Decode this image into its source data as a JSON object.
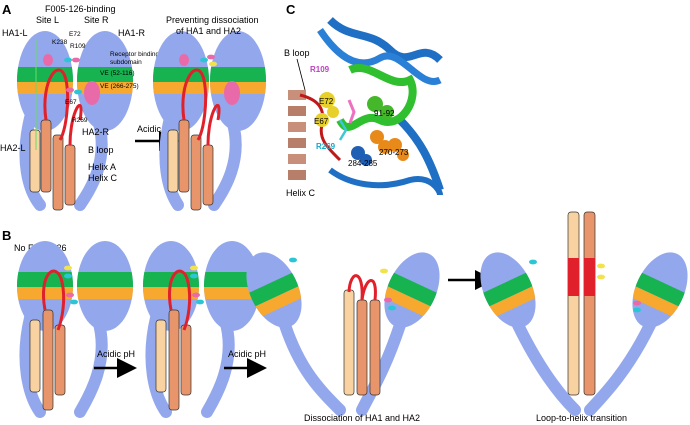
{
  "panels": {
    "a": "A",
    "b": "B",
    "c": "C"
  },
  "panel_a": {
    "compound_title": "F005-126-binding",
    "site_l": "Site L",
    "site_r": "Site R",
    "ha1_l": "HA1-L",
    "ha1_r": "HA1-R",
    "ha2_l": "HA2-L",
    "ha2_r": "HA2-R",
    "k238": "K238",
    "e72": "E72",
    "r109": "R109",
    "e67": "E67",
    "r269": "R269",
    "rbs_line1": "Receptor binding",
    "rbs_line2": "subdomain",
    "ve1": "VE (52-116)",
    "ve2": "VE (266-275)",
    "b_loop": "B loop",
    "helix_a": "Helix A",
    "helix_c": "Helix C",
    "arrow": "Acidic pH",
    "prevent_line1": "Preventing dissociation",
    "prevent_line2": "of HA1 and HA2"
  },
  "panel_b": {
    "no_compound": "No F005-126",
    "arrow1": "Acidic pH",
    "arrow2": "Acidic pH",
    "caption_dissociation": "Dissociation of HA1 and HA2",
    "caption_transition": "Loop-to-helix transition"
  },
  "panel_c": {
    "b_loop": "B loop",
    "r109": "R109",
    "e72": "E72",
    "range1": "91-92",
    "e67": "E67",
    "r269": "R269",
    "range2": "270-273",
    "range3": "284-285",
    "helix_c": "Helix C"
  },
  "colors": {
    "ha1_blue": "#93a7ec",
    "green_band": "#16b350",
    "orange_band": "#f6a92e",
    "helix_salmon": "#e8956b",
    "helix_light": "#f8d2a0",
    "loop_red": "#e0202a",
    "pink": "#e86aa8"
  }
}
